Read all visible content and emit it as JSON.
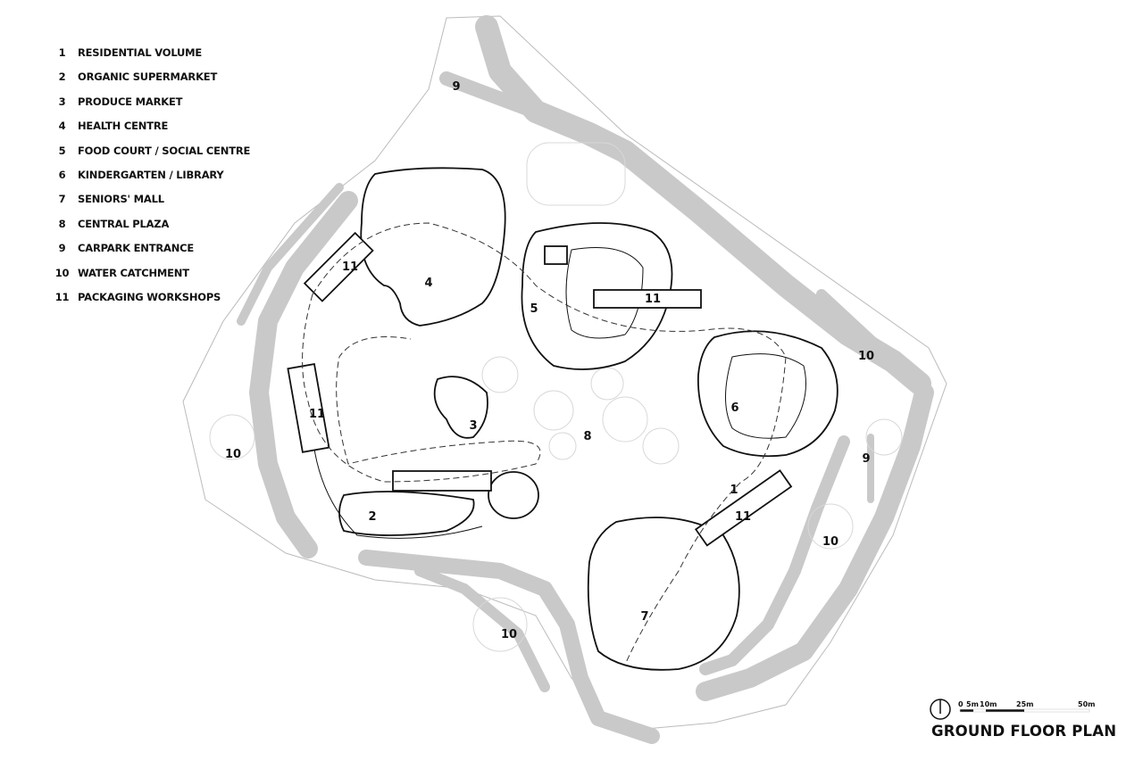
{
  "legend": [
    {
      "num": "1",
      "label": "RESIDENTIAL VOLUME"
    },
    {
      "num": "2",
      "label": "ORGANIC SUPERMARKET"
    },
    {
      "num": "3",
      "label": "PRODUCE MARKET"
    },
    {
      "num": "4",
      "label": "HEALTH CENTRE"
    },
    {
      "num": "5",
      "label": "FOOD COURT / SOCIAL CENTRE"
    },
    {
      "num": "6",
      "label": "KINDERGARTEN / LIBRARY"
    },
    {
      "num": "7",
      "label": "SENIORS' MALL"
    },
    {
      "num": "8",
      "label": "CENTRAL PLAZA"
    },
    {
      "num": "9",
      "label": "CARPARK ENTRANCE"
    },
    {
      "num": "10",
      "label": "WATER CATCHMENT"
    },
    {
      "num": "11",
      "label": "PACKAGING WORKSHOPS"
    }
  ],
  "plan_labels": {
    "workshop_nw": "11",
    "health": "4",
    "food": "5",
    "workshop_n": "11",
    "catch_ne": "10",
    "kinder": "6",
    "workshop_w": "11",
    "produce": "3",
    "plaza": "8",
    "catch_w": "10",
    "carpark_e": "9",
    "residential": "1",
    "workshop_se": "11",
    "supermarket": "2",
    "catch_e": "10",
    "seniors": "7",
    "catch_s": "10",
    "carpark_n": "9"
  },
  "scale": {
    "ticks": [
      "0",
      "5m",
      "10m",
      "25m",
      "50m"
    ]
  },
  "title": "GROUND FLOOR PLAN",
  "colors": {
    "road": "#c9c9c9",
    "line": "#111111",
    "thin": "#bbbbbb"
  }
}
